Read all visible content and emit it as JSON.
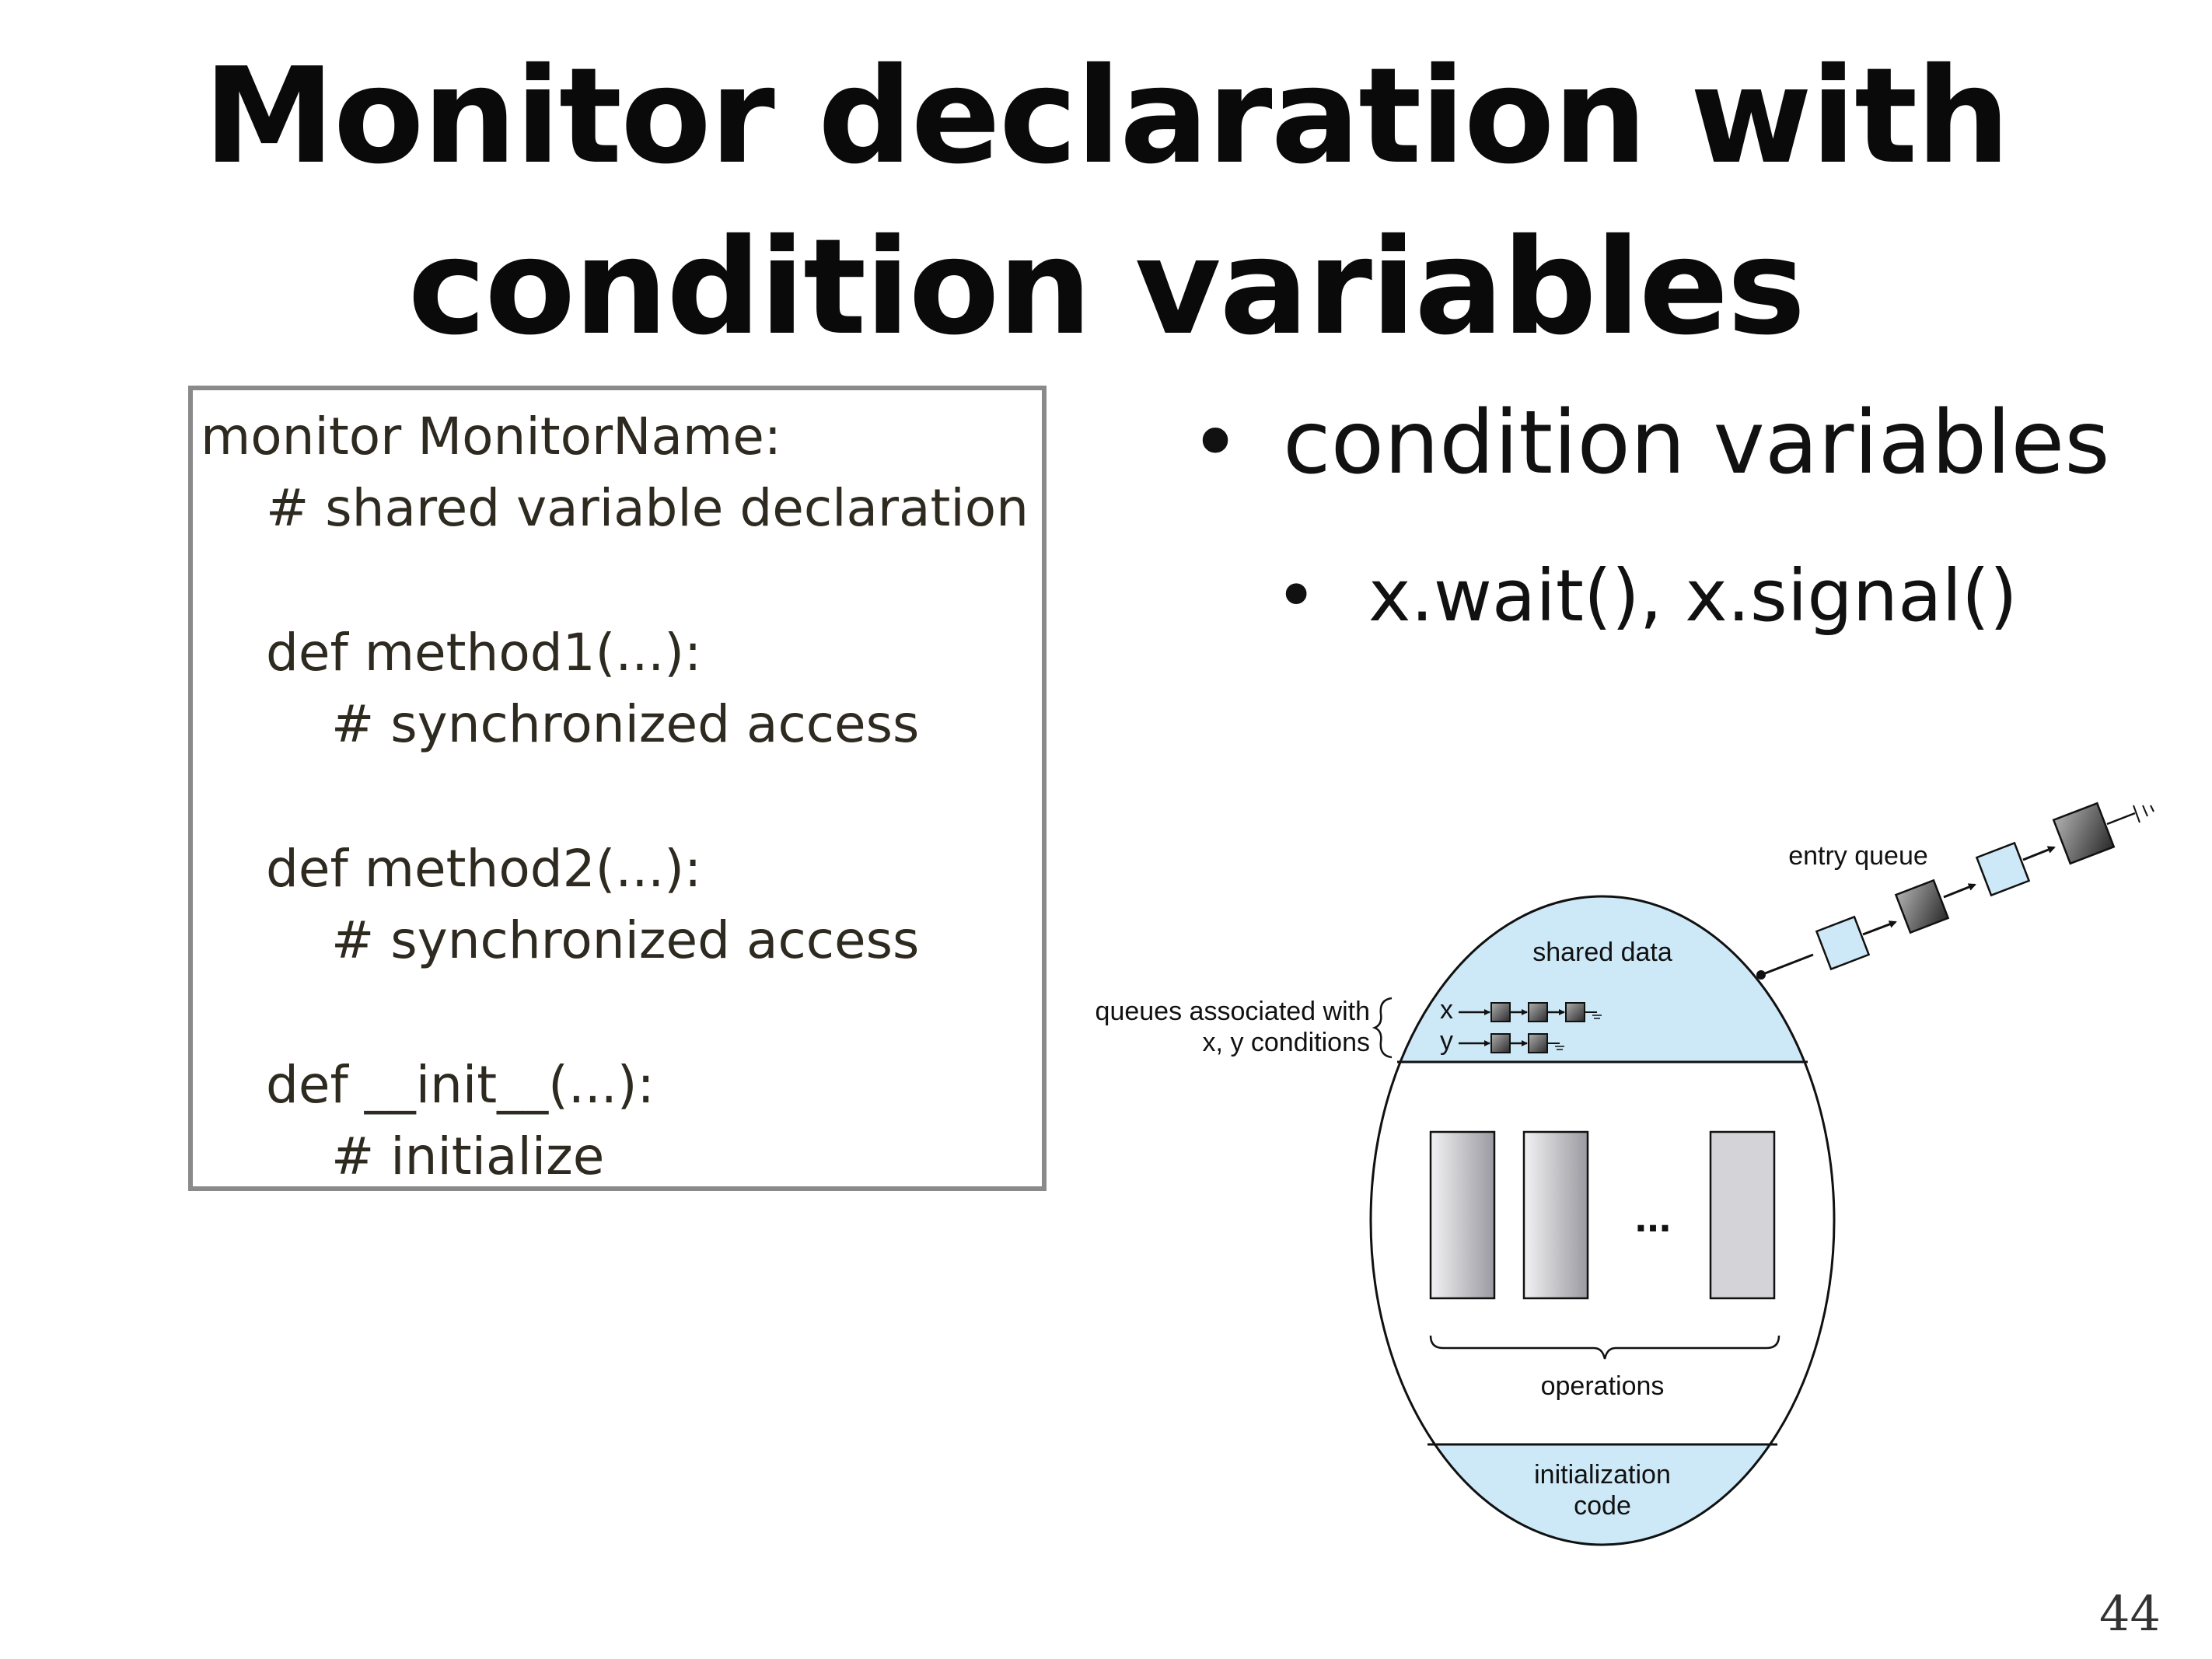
{
  "slide": {
    "title_line1": "Monitor declaration with",
    "title_line2": "condition variables",
    "page_number": "44"
  },
  "code": {
    "lines": [
      "monitor MonitorName:",
      "# shared variable declaration",
      "def method1(...):",
      "# synchronized access",
      "def method2(...):",
      "# synchronized access",
      "def __init__(...):",
      "# initialize"
    ]
  },
  "bullets": {
    "main": "condition variables",
    "sub": "x.wait(), x.signal()",
    "marker": "•"
  },
  "diagram": {
    "entry_queue_label": "entry queue",
    "shared_data_label": "shared data",
    "queues_label_line1": "queues associated with",
    "queues_label_line2": "x, y conditions",
    "queue_x_label": "x",
    "queue_y_label": "y",
    "ellipsis": "...",
    "operations_label": "operations",
    "init_label_line1": "initialization",
    "init_label_line2": "code",
    "colors": {
      "light_blue": "#cde9f7",
      "dark_node": "#555555",
      "operation_fill": "#d4d4d8",
      "outline": "#111111"
    }
  }
}
